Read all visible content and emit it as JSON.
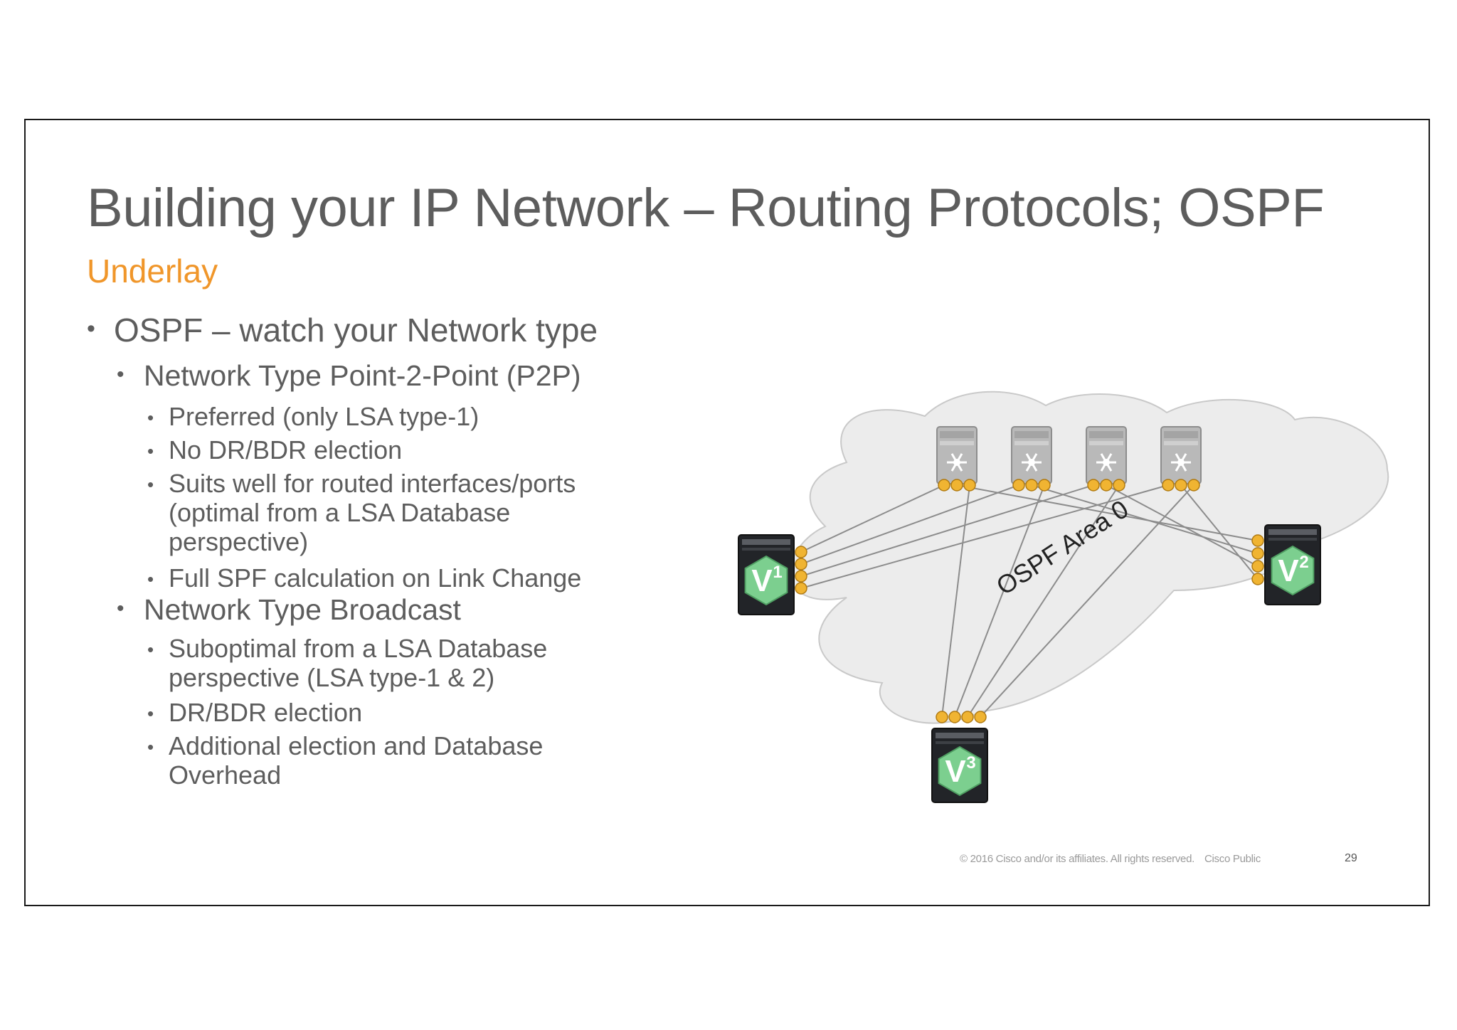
{
  "slide": {
    "title": "Building your IP Network – Routing Protocols; OSPF",
    "subtitle": "Underlay",
    "bullets": {
      "b1": "OSPF – watch your Network type",
      "b1_1": "Network Type Point-2-Point (P2P)",
      "b1_1_1": "Preferred (only LSA type-1)",
      "b1_1_2": "No DR/BDR election",
      "b1_1_3a": "Suits well for routed interfaces/ports",
      "b1_1_3b": "(optimal from a LSA Database",
      "b1_1_3c": "perspective)",
      "b1_1_4": "Full SPF calculation on Link Change",
      "b1_2": "Network Type Broadcast",
      "b1_2_1a": "Suboptimal from a LSA Database",
      "b1_2_1b": "perspective (LSA type-1 & 2)",
      "b1_2_2": "DR/BDR election",
      "b1_2_3a": "Additional election and Database",
      "b1_2_3b": "Overhead"
    },
    "bullet_glyph": "•",
    "diagram": {
      "area_label": "OSPF Area 0",
      "leaf_labels": [
        "V",
        "V",
        "V"
      ],
      "leaf_superscripts": [
        "1",
        "2",
        "3"
      ],
      "spine_count": 4,
      "colors": {
        "cloud": "#ececec",
        "leaf_badge": "#7ccf8f",
        "port": "#f0b432",
        "spine": "#b9b9b9",
        "leaf_body": "#222428"
      }
    },
    "footer": {
      "copyright": "© 2016  Cisco and/or its affiliates. All rights reserved.",
      "classification": "Cisco Public",
      "page_number": "29"
    }
  }
}
